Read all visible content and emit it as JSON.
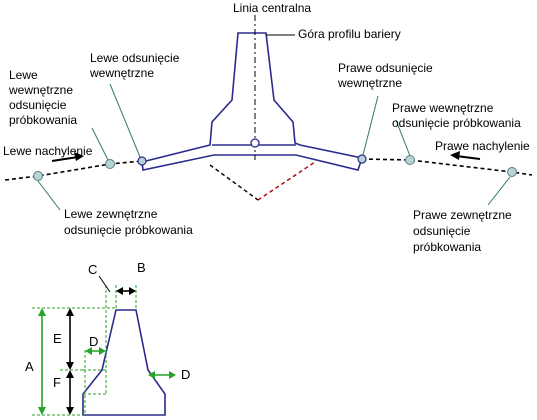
{
  "colors": {
    "barrier": "#2b2b8f",
    "leader": "#2e7d5b",
    "point_fill": "#b7d3d3",
    "point_stroke": "#5a8080",
    "slope": "#000000",
    "red_dash": "#b00000",
    "dim_green": "#27a327",
    "text": "#000000"
  },
  "labels": {
    "centerline": "Linia centralna",
    "barrier_top": "Góra profilu bariery",
    "left_inner_offset": [
      "Lewe odsunięcie",
      "wewnętrzne"
    ],
    "right_inner_offset": [
      "Prawe odsunięcie",
      "wewnętrzne"
    ],
    "left_inner_sampling": [
      "Lewe",
      "wewnętrzne",
      "odsunięcie",
      "próbkowania"
    ],
    "right_inner_sampling": [
      "Prawe wewnętrzne",
      "odsunięcie próbkowania"
    ],
    "left_slope": "Lewe nachylenie",
    "right_slope": "Prawe nachylenie",
    "left_outer_sampling": [
      "Lewe zewnętrzne",
      "odsunięcie próbkowania"
    ],
    "right_outer_sampling": [
      "Prawe zewnętrzne",
      "odsunięcie",
      "próbkowania"
    ]
  },
  "dimensions": {
    "A": "A",
    "B": "B",
    "C": "C",
    "D_inner": "D",
    "D_outer": "D",
    "E": "E",
    "F": "F"
  }
}
